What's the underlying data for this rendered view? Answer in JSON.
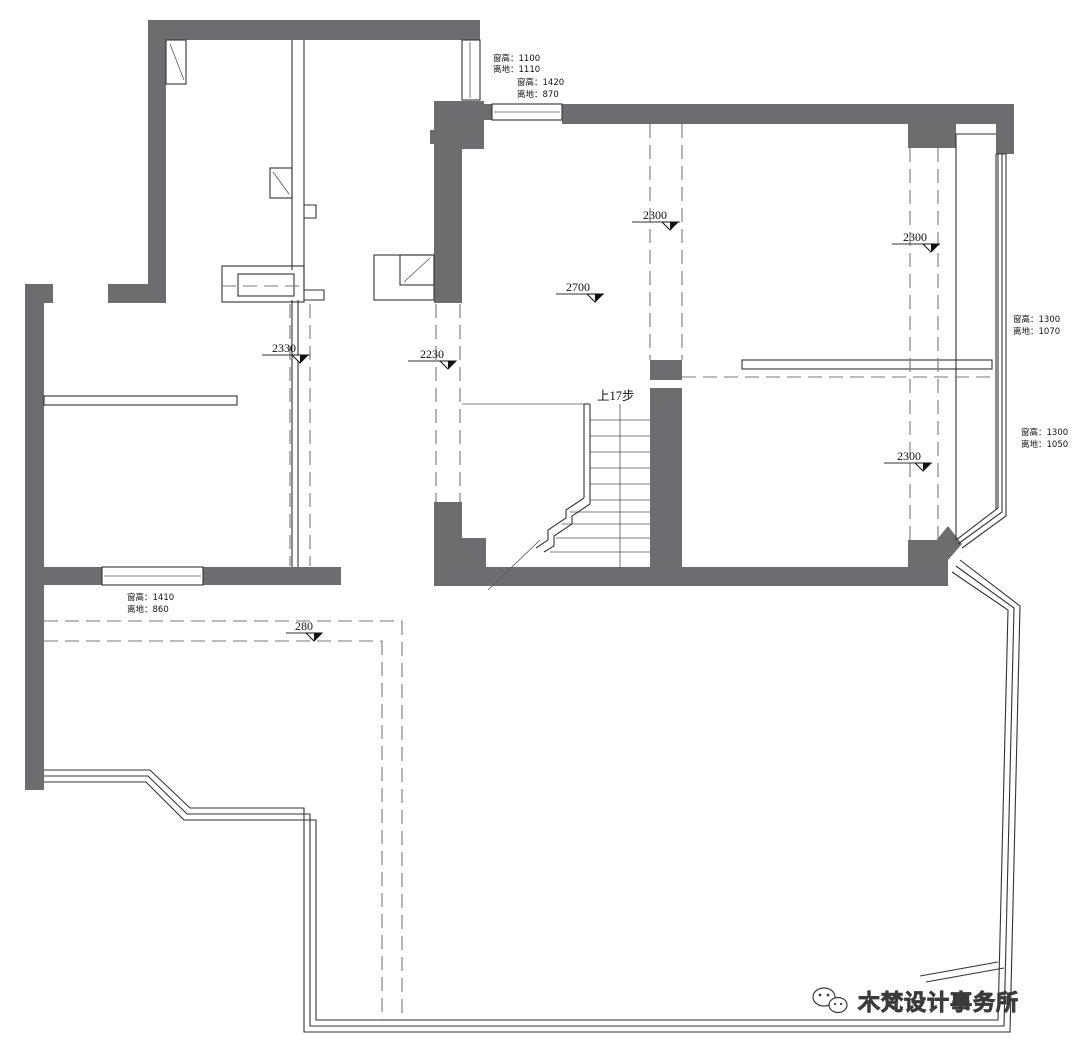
{
  "levels": {
    "l2300_top": "2300",
    "l2700": "2700",
    "l2300_right": "2300",
    "l2330": "2330",
    "l2230": "2230",
    "l2300_lower": "2300",
    "l280": "280"
  },
  "window_notes": {
    "w1_height": "窗高：1100",
    "w1_sill": "离地：1110",
    "w2_height": "窗高：1420",
    "w2_sill": "离地：870",
    "w3_height": "窗高：1300",
    "w3_sill": "离地：1070",
    "w4_height": "窗高：1300",
    "w4_sill": "离地：1050",
    "w5_height": "窗高：1410",
    "w5_sill": "离地：860"
  },
  "stair_note": "上17步",
  "watermark": {
    "icon": "wechat-icon",
    "text": "木梵设计事务所"
  }
}
